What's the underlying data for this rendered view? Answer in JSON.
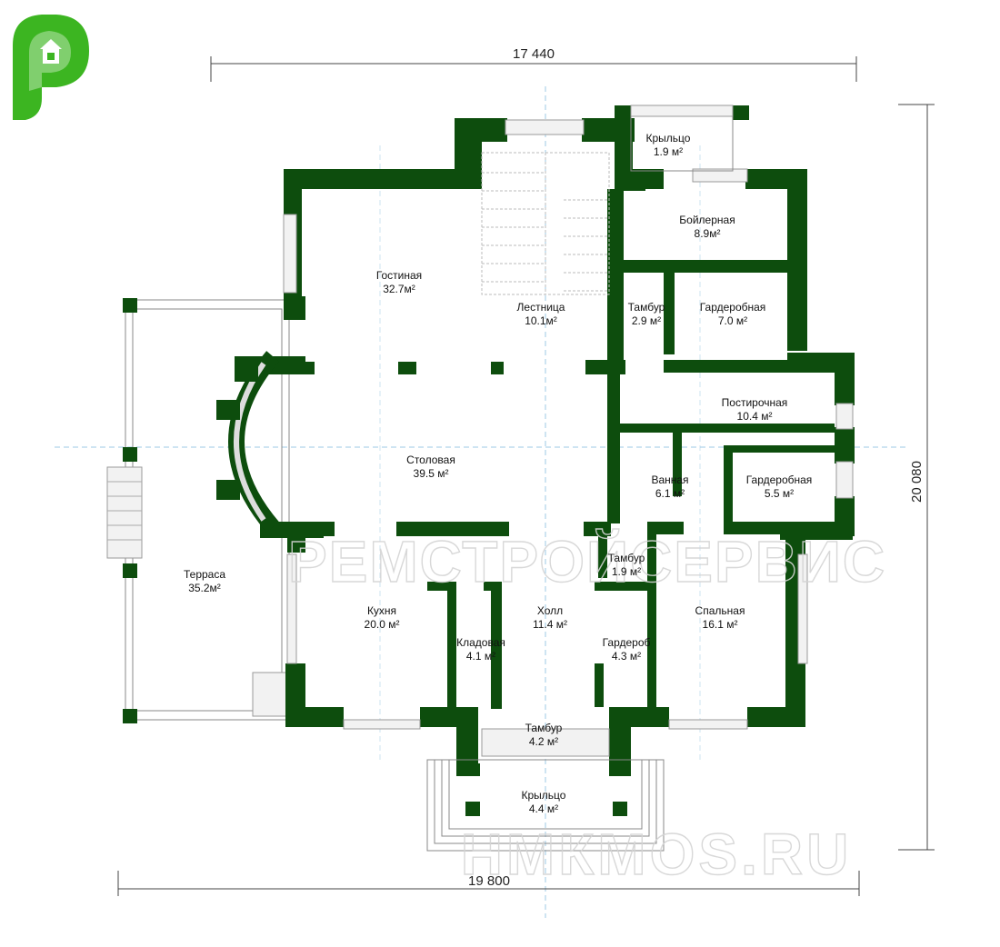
{
  "brand": {
    "logo_letter": "Р",
    "colors": {
      "logo_green": "#3cb521",
      "wall_green": "#0d4d0d"
    }
  },
  "dimensions": {
    "top": "17 440",
    "bottom": "19 800",
    "right": "20 080"
  },
  "rooms": {
    "porch_top": {
      "name": "Крыльцо",
      "area": "1.9 м²"
    },
    "boiler": {
      "name": "Бойлерная",
      "area": "8.9м²"
    },
    "living": {
      "name": "Гостиная",
      "area": "32.7м²"
    },
    "stairs": {
      "name": "Лестница",
      "area": "10.1м²"
    },
    "vestibule_1": {
      "name": "Тамбур",
      "area": "2.9 м²"
    },
    "wardrobe_1": {
      "name": "Гардеробная",
      "area": "7.0 м²"
    },
    "laundry": {
      "name": "Постирочная",
      "area": "10.4 м²"
    },
    "dining": {
      "name": "Столовая",
      "area": "39.5 м²"
    },
    "bathroom": {
      "name": "Ванная",
      "area": "6.1 м²"
    },
    "wardrobe_2": {
      "name": "Гардеробная",
      "area": "5.5 м²"
    },
    "terrace": {
      "name": "Терраса",
      "area": "35.2м²"
    },
    "vestibule_2": {
      "name": "Тамбур",
      "area": "1.9 м²"
    },
    "kitchen": {
      "name": "Кухня",
      "area": "20.0 м²"
    },
    "hall": {
      "name": "Холл",
      "area": "11.4 м²"
    },
    "bedroom": {
      "name": "Спальная",
      "area": "16.1 м²"
    },
    "pantry": {
      "name": "Кладовая",
      "area": "4.1 м²"
    },
    "wardrobe_3": {
      "name": "Гардероб",
      "area": "4.3 м²"
    },
    "vestibule_3": {
      "name": "Тамбур",
      "area": "4.2 м²"
    },
    "porch_bottom": {
      "name": "Крыльцо",
      "area": "4.4 м²"
    }
  },
  "watermarks": {
    "middle": "РЕМСТРОЙСЕРВИС",
    "bottom": "НМКМОS.RU"
  }
}
